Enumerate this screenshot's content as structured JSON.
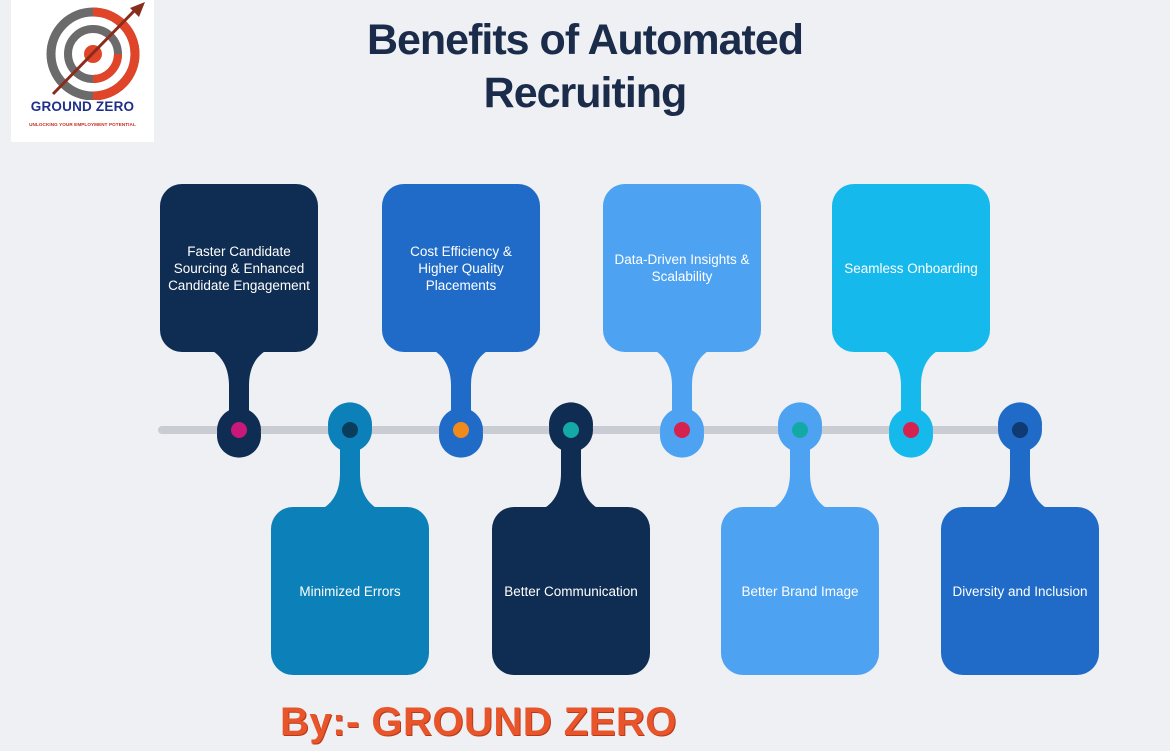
{
  "logo": {
    "name": "GROUND ZERO",
    "tagline": "UNLOCKING YOUR EMPLOYMENT POTENTIAL"
  },
  "title": {
    "line1": "Benefits of Automated",
    "line2": "Recruiting"
  },
  "benefits": [
    {
      "text": "Faster Candidate Sourcing  & Enhanced Candidate Engagement",
      "color": "#0f2d52",
      "dot": "#c8197a",
      "side": "top"
    },
    {
      "text": "Minimized Errors",
      "color": "#0c80b8",
      "dot": "#0a3d5c",
      "side": "bottom"
    },
    {
      "text": "Cost Efficiency & Higher Quality Placements",
      "color": "#1f6bc7",
      "dot": "#f08a1c",
      "side": "top"
    },
    {
      "text": "Better Communication",
      "color": "#0f2d52",
      "dot": "#14a8a6",
      "side": "bottom"
    },
    {
      "text": "Data-Driven Insights & Scalability",
      "color": "#4da2f2",
      "dot": "#d6224e",
      "side": "top"
    },
    {
      "text": "Better Brand Image",
      "color": "#4da2f2",
      "dot": "#14a8a6",
      "side": "bottom"
    },
    {
      "text": "Seamless Onboarding",
      "color": "#16b9ec",
      "dot": "#d6224e",
      "side": "top"
    },
    {
      "text": "Diversity and Inclusion",
      "color": "#1f6bc7",
      "dot": "#0f3a72",
      "side": "bottom"
    }
  ],
  "footer": "By:- GROUND ZERO"
}
